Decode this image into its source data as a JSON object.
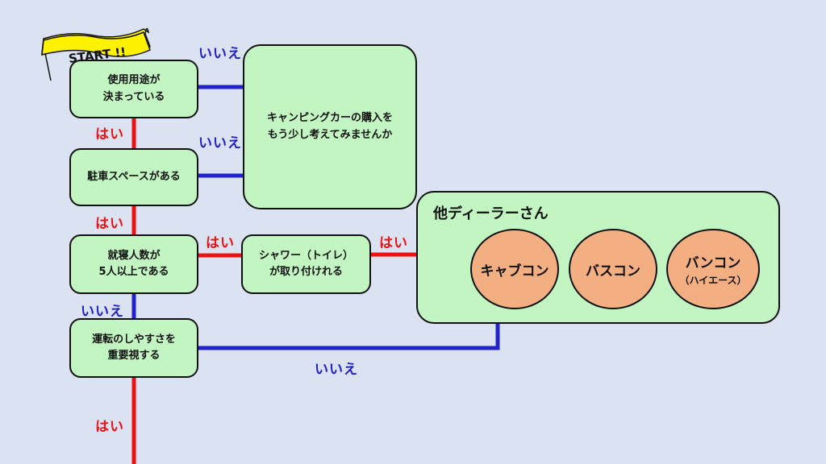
{
  "start_flag": {
    "text": "START !!"
  },
  "nodes": {
    "purpose": "使用用途が\n決まっている",
    "parking": "駐車スペースがある",
    "sleepers": "就寝人数が\n5人以上である",
    "ease": "運転のしやすさを\n重要視する",
    "shower": "シャワー（トイレ）\nが取り付けれる",
    "reconsider": "キャンピングカーの購入を\nもう少し考えてみませんか"
  },
  "dealer_group": {
    "title": "他ディーラーさん",
    "options": [
      {
        "name": "キャブコン",
        "sub": ""
      },
      {
        "name": "バスコン",
        "sub": ""
      },
      {
        "name": "バンコン",
        "sub": "（ハイエース）"
      }
    ]
  },
  "edge_labels": {
    "no_purpose": "いいえ",
    "yes_purpose": "はい",
    "no_parking": "いいえ",
    "yes_parking": "はい",
    "yes_sleepers": "はい",
    "no_sleepers": "いいえ",
    "yes_shower": "はい",
    "no_ease": "いいえ",
    "yes_ease": "はい"
  },
  "colors": {
    "yes_line": "#ee1111",
    "no_line": "#2222cc",
    "box_fill": "#c2f5c2",
    "circle_fill": "#f3ae82",
    "flag_fill": "#fff200"
  }
}
